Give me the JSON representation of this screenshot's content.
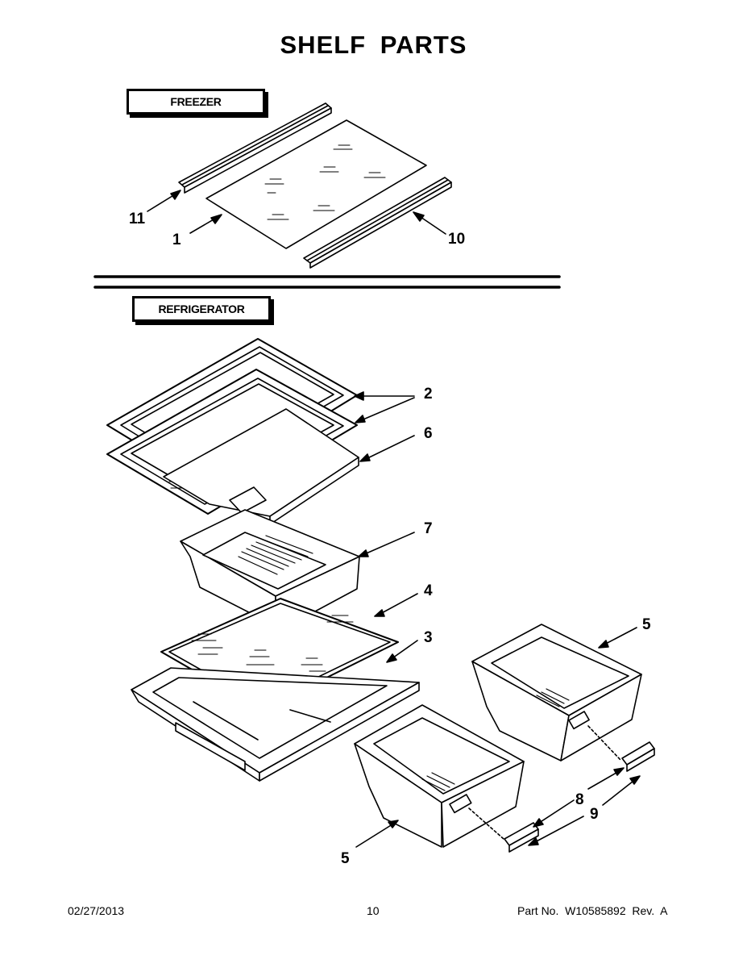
{
  "page": {
    "title": "SHELF PARTS",
    "sections": {
      "freezer": "FREEZER",
      "refrigerator": "REFRIGERATOR"
    },
    "callouts": {
      "c11": "11",
      "c1": "1",
      "c10": "10",
      "c2": "2",
      "c6": "6",
      "c7": "7",
      "c4": "4",
      "c3": "3",
      "c5a": "5",
      "c5b": "5",
      "c8": "8",
      "c9": "9"
    },
    "footer": {
      "date": "02/27/2013",
      "page_number": "10",
      "part_number": "Part No.  W10585892  Rev.  A"
    }
  }
}
